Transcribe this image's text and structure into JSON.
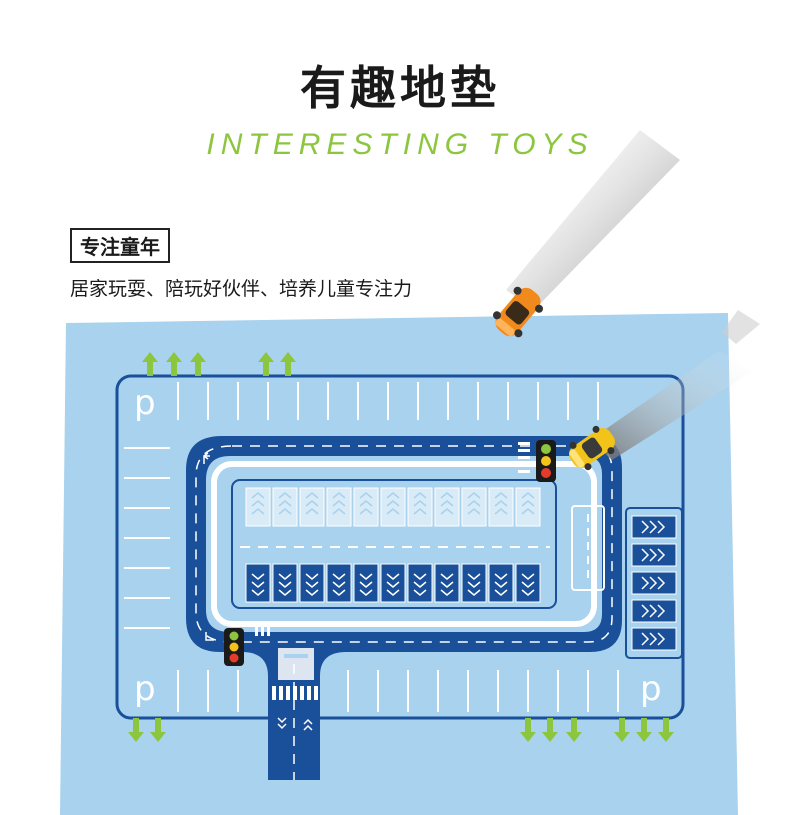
{
  "heading": {
    "title": "有趣地垫",
    "subtitle": "INTERESTING TOYS"
  },
  "feature": {
    "tag": "专注童年",
    "description": "居家玩耍、陪玩好伙伴、培养儿童专注力"
  },
  "mat": {
    "parking_letter": "p",
    "colors": {
      "mat": "#a8d2ee",
      "road": "#1a4f9a",
      "lane": "#ffffff",
      "arrow": "#8cc63f",
      "slot_dark": "#1a4f9a"
    },
    "icons": [
      "up-arrow-icon",
      "down-arrow-icon",
      "traffic-light-icon",
      "toy-car-icon",
      "chevron-icon"
    ]
  }
}
